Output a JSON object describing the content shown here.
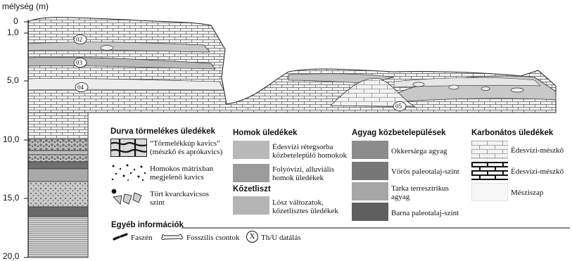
{
  "axis": {
    "title": "mélység (m)",
    "ticks": [
      "0",
      "1,0",
      "5,0",
      "10,0",
      "15,0",
      "20,0"
    ]
  },
  "sample_labels": [
    "02",
    "03",
    "04",
    "05"
  ],
  "legend": {
    "coarse": {
      "heading": "Durva törmelékes üledékek",
      "items": [
        {
          "line1": "“Törmelékkúp kavics”",
          "line2": "(mészkő és aprókavics)"
        },
        {
          "line1": "Homokos mátrixban",
          "line2": "megjelenő kavics"
        },
        {
          "line1": "Tört kvarckavicsos",
          "line2": "szint"
        }
      ]
    },
    "sand": {
      "heading": "Homok üledékek",
      "items": [
        {
          "line1": "Édesvízi rétegsorba",
          "line2": "közbetelepülő homokok",
          "color": "#b9b9b9"
        },
        {
          "line1": "Folyóvízi, alluviális",
          "line2": "homok üledékek",
          "color": "#9c9c9c"
        }
      ]
    },
    "loess": {
      "heading": "Kőzetliszt",
      "items": [
        {
          "line1": "Lösz változatok,",
          "line2": "kőzetlisztes üledékek",
          "color": "#b4b4b4"
        }
      ]
    },
    "clay": {
      "heading": "Agyag közbetelepülések",
      "items": [
        {
          "line1": "Okkersárga agyag",
          "line2": "",
          "color": "#8c8c8c"
        },
        {
          "line1": "Vörös paleotalaj-szint",
          "line2": "",
          "color": "#777777"
        },
        {
          "line1": "Tarka terresztrikus",
          "line2": "agyag",
          "color": "#a6a6a6"
        },
        {
          "line1": "Barna paleotalaj-szint",
          "line2": "",
          "color": "#5f5f5f"
        }
      ]
    },
    "carbonate": {
      "heading": "Karbonátos üledékek",
      "items": [
        {
          "line1": "Édesvízi-mészkő",
          "line2": ""
        },
        {
          "line1": "Édesvízi-mészkő",
          "line2": ""
        },
        {
          "line1": "Mésziszap",
          "line2": ""
        }
      ]
    },
    "other": {
      "heading": "Egyéb információk",
      "charcoal": "Faszén",
      "bones": "Fosszilis csontok",
      "dating_symbol": "X",
      "dating": "Th/U datálás"
    }
  },
  "colors": {
    "sand": "#c8c8c8",
    "clay": "#8c8c8c",
    "limestone": "#f4f4f4",
    "dark": "#222222"
  }
}
